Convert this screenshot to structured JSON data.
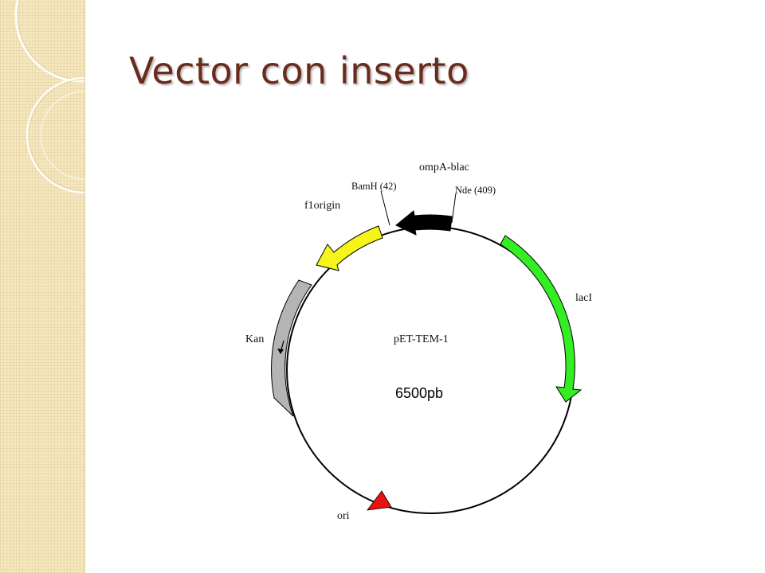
{
  "slide": {
    "title": "Vector con inserto"
  },
  "plasmid": {
    "name": "pET-TEM-1",
    "size": "6500pb",
    "features": {
      "ompA_blac": "ompA-blac",
      "bamh": "BamH (42)",
      "nde": "Nde (409)",
      "f1_origin": "f1origin",
      "laci": "lacI",
      "kan": "Kan",
      "ori": "ori"
    }
  },
  "colors": {
    "title": "#6b2b1c",
    "side_band": "#f6e7bf",
    "laci": "#33ee22",
    "f1_origin": "#f5f51a",
    "kan": "#b4b4b4",
    "ompA_blac": "#000000",
    "ori": "#ee1111"
  }
}
